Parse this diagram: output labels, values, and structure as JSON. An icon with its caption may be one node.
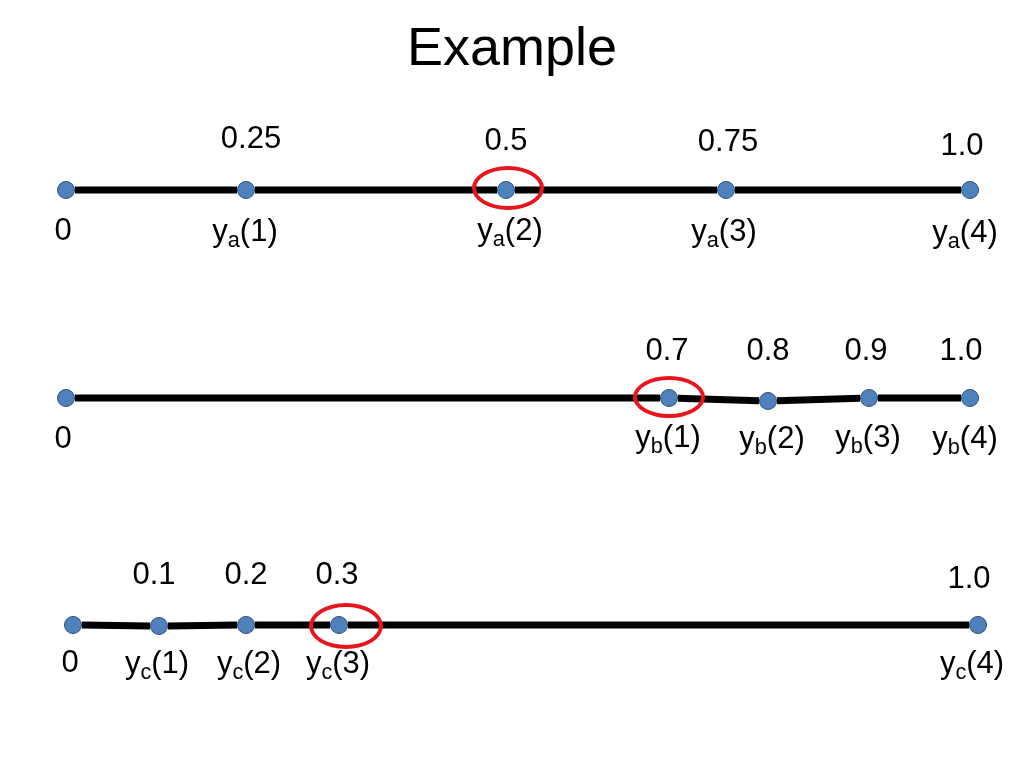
{
  "diagram": {
    "title": "Example",
    "nodes": [
      {
        "text": [],
        "shape": "dot",
        "beside": [
          "0"
        ]
      },
      {
        "text": [],
        "shape": "dot",
        "beside": [
          "0.25",
          "y$_{a}$(1)"
        ]
      },
      {
        "text": [],
        "shape": "circle"
      },
      {
        "text": [],
        "shape": "dot",
        "beside": [
          "0.5",
          "y$_{a}$(2)"
        ],
        "in": 2
      },
      {
        "text": [],
        "shape": "dot",
        "beside": [
          "0.75",
          "y$_{a}$(3)"
        ]
      },
      {
        "text": [],
        "shape": "dot",
        "beside": [
          "1.0",
          "y$_{a}$(4)"
        ]
      },
      {
        "text": [],
        "shape": "dot",
        "beside": [
          "0"
        ]
      },
      {
        "text": [],
        "shape": "circle"
      },
      {
        "text": [],
        "shape": "dot",
        "beside": [
          "0.7",
          "y$_{b}$(1)"
        ],
        "in": 7
      },
      {
        "text": [],
        "shape": "dot",
        "beside": [
          "0.8",
          "y$_{b}$(2)"
        ]
      },
      {
        "text": [],
        "shape": "dot",
        "beside": [
          "0.9",
          "y$_{b}$(3)"
        ]
      },
      {
        "text": [],
        "shape": "dot",
        "beside": [
          "1.0",
          "y$_{b}$(4)"
        ]
      },
      {
        "text": [],
        "shape": "dot",
        "beside": [
          "0"
        ]
      },
      {
        "text": [],
        "shape": "dot",
        "beside": [
          "0.1",
          "y$_{c}$(1)"
        ]
      },
      {
        "text": [],
        "shape": "dot",
        "beside": [
          "0.2",
          "y$_{c}$(2)"
        ]
      },
      {
        "text": [],
        "shape": "circle"
      },
      {
        "text": [],
        "shape": "dot",
        "beside": [
          "0.3",
          "y$_{c}$(3)"
        ],
        "in": 15
      },
      {
        "text": [],
        "shape": "dot",
        "beside": [
          "1.0",
          "y$_{c}$(4)"
        ]
      }
    ],
    "edges": [
      {
        "from": 0,
        "to": 1,
        "arrow": "none"
      },
      {
        "from": 1,
        "to": 3,
        "arrow": "none"
      },
      {
        "from": 3,
        "to": 4,
        "arrow": "none"
      },
      {
        "from": 4,
        "to": 5,
        "arrow": "none"
      },
      {
        "from": 6,
        "to": 8,
        "arrow": "none"
      },
      {
        "from": 8,
        "to": 9,
        "arrow": "none"
      },
      {
        "from": 9,
        "to": 10,
        "arrow": "none"
      },
      {
        "from": 10,
        "to": 11,
        "arrow": "none"
      },
      {
        "from": 12,
        "to": 13,
        "arrow": "none"
      },
      {
        "from": 13,
        "to": 14,
        "arrow": "none"
      },
      {
        "from": 14,
        "to": 16,
        "arrow": "none"
      },
      {
        "from": 16,
        "to": 17,
        "arrow": "none"
      }
    ]
  }
}
